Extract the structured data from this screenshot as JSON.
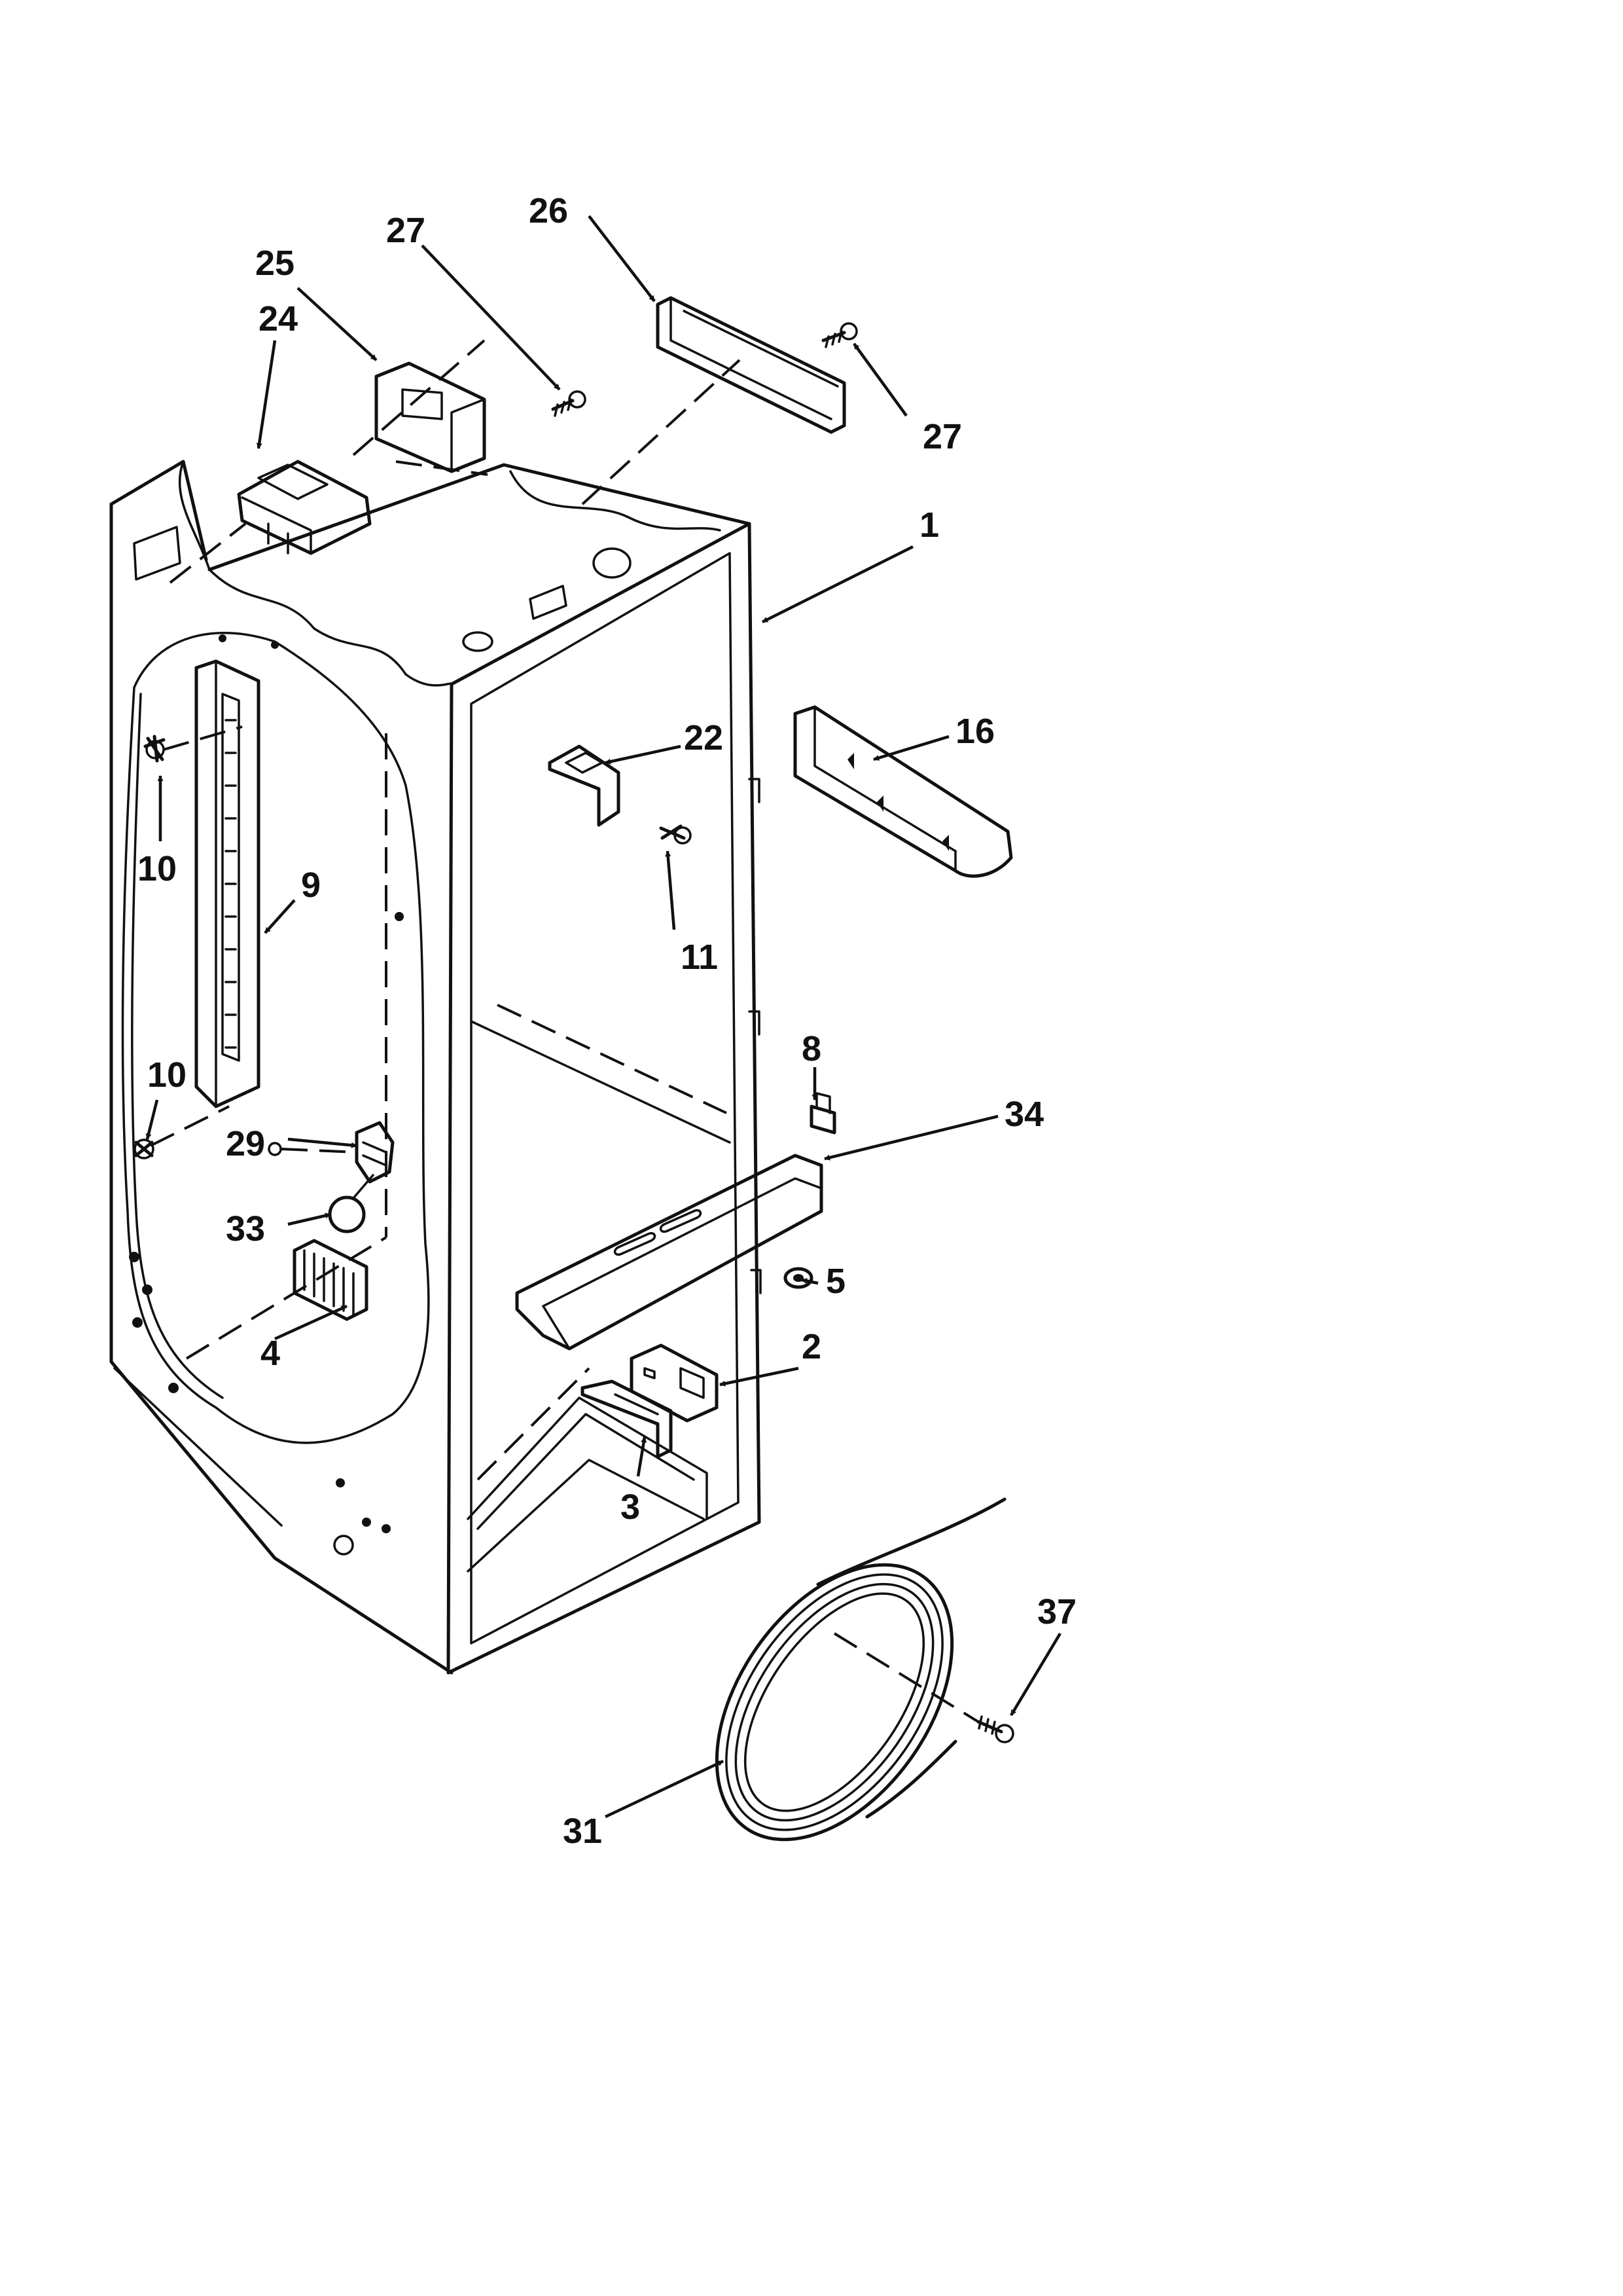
{
  "callouts": {
    "c1": "1",
    "c2": "2",
    "c3": "3",
    "c4": "4",
    "c5": "5",
    "c8": "8",
    "c9": "9",
    "c10a": "10",
    "c10b": "10",
    "c11": "11",
    "c16": "16",
    "c22": "22",
    "c24": "24",
    "c25": "25",
    "c26": "26",
    "c27a": "27",
    "c27b": "27",
    "c29": "29",
    "c31": "31",
    "c33": "33",
    "c34": "34",
    "c37": "37"
  }
}
